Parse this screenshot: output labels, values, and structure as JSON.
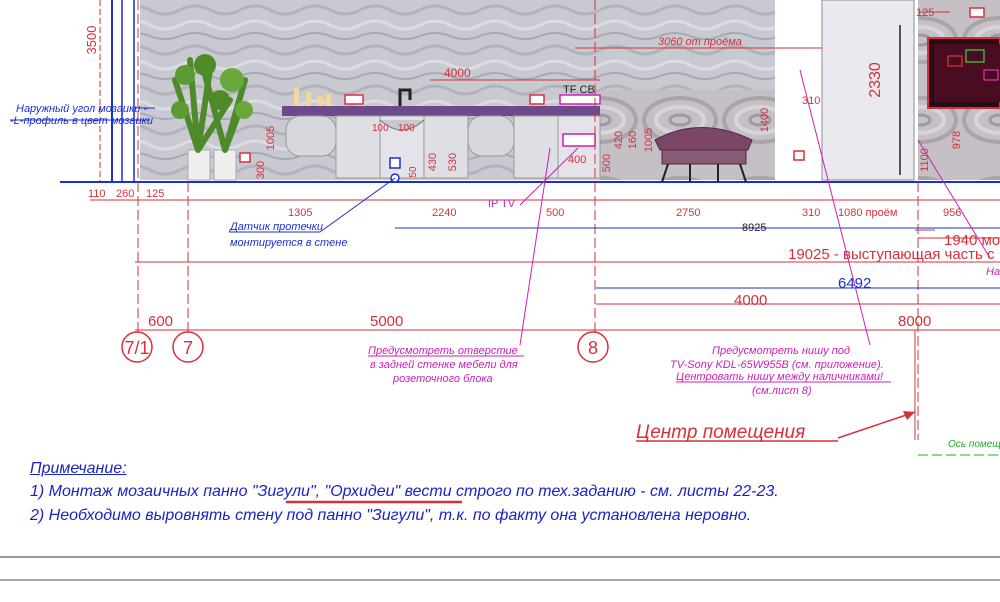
{
  "dimensions": {
    "h3500": "3500",
    "w4000": "4000",
    "w3060": "3060 от проёма",
    "h2330": "2330",
    "d110": "110",
    "d260": "260",
    "d125a": "125",
    "d125b": "125",
    "d1305": "1305",
    "d2240": "2240",
    "d500": "500",
    "d2750": "2750",
    "d310a": "310",
    "d310b": "310",
    "d1080": "1080 проём",
    "d956": "956",
    "d8925": "8925",
    "d1940": "1940 мо",
    "d19025": "19025 - выступающая часть с",
    "d6492": "6492",
    "d4000b": "4000",
    "d600": "600",
    "d5000": "5000",
    "d8000": "8000",
    "v1005a": "1005",
    "v300": "300",
    "v100a": "100",
    "v100b": "100",
    "v430": "430",
    "v530": "530",
    "v50": "50",
    "v400": "400",
    "v500": "500",
    "v420": "420",
    "v160": "160",
    "v1005b": "1005",
    "v1400": "1400",
    "v1100": "1100",
    "v978": "978"
  },
  "axes": {
    "a71": "7/1",
    "a7": "7",
    "a8": "8"
  },
  "labels": {
    "tfcb": "TF CB",
    "iptv": "IP TV",
    "outer_corner_1": "Наружный угол мозаики -",
    "outer_corner_2": "-L-профиль в цвет мозаики",
    "leak_1": "Датчик протечки",
    "leak_2": "монтируется в стене",
    "hole_1": "Предусмотреть отверстие",
    "hole_2": "в задней стенке мебели для",
    "hole_3": "розеточного блока",
    "niche_1": "Предусмотреть нишу под",
    "niche_2": "TV-Sony KDL-65W955B (см. приложение).",
    "niche_3": "Центровать нишу между наличниками!",
    "niche_4": "(см.лист 8)",
    "room_center": "Центр помещения",
    "axis_label": "Ось помещ",
    "na_cut": "На"
  },
  "notes": {
    "title": "Примечание:",
    "line1_a": "1) Монтаж мозаичных панно ",
    "line1_b": "\"Зигули\", \"Орхидеи\"",
    "line1_c": "  вести строго по тех.заданию - см. листы 22-23.",
    "line2": "2) Необходимо выровнять стену под панно \"Зигули\",  т.к. по факту она установлена неровно."
  }
}
